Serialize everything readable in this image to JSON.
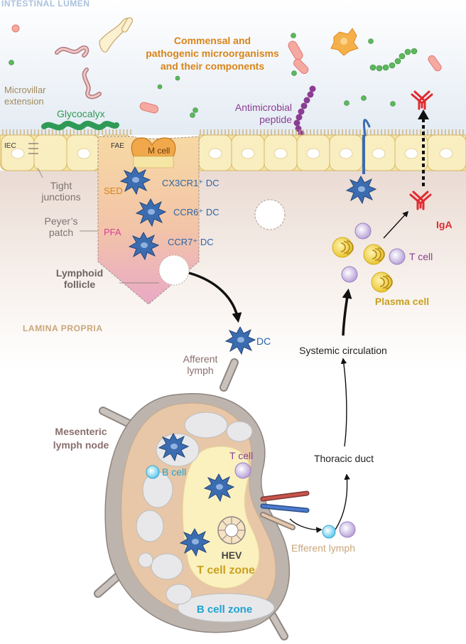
{
  "labels": {
    "intestinal_lumen": "INTESTINAL LUMEN",
    "microorganisms_1": "Commensal and",
    "microorganisms_2": "pathogenic microorganisms",
    "microorganisms_3": "and their components",
    "microvillar_1": "Microvillar",
    "microvillar_2": "extension",
    "glycocalyx": "Glycocalyx",
    "antimicrobial_1": "Antimicrobial",
    "antimicrobial_2": "peptide",
    "iec": "IEC",
    "fae": "FAE",
    "m_cell": "M cell",
    "tight_1": "Tight",
    "tight_2": "junctions",
    "sed": "SED",
    "peyers_1": "Peyer’s",
    "peyers_2": "patch",
    "pfa": "PFA",
    "cx3cr1_dc": "CX3CR1⁺ DC",
    "ccr6_dc": "CCR6⁺ DC",
    "ccr7_dc": "CCR7⁺ DC",
    "lymphoid_1": "Lymphoid",
    "lymphoid_2": "follicle",
    "lamina_propria": "LAMINA PROPRIA",
    "dc": "DC",
    "afferent_1": "Afferent",
    "afferent_2": "lymph",
    "systemic": "Systemic circulation",
    "thoracic": "Thoracic duct",
    "efferent": "Efferent lymph",
    "t_cell_right": "T cell",
    "plasma_cell": "Plasma cell",
    "iga": "IgA",
    "mesenteric_1": "Mesenteric",
    "mesenteric_2": "lymph node",
    "b_cell": "B cell",
    "t_cell_node": "T cell",
    "hev": "HEV",
    "t_cell_zone": "T cell zone",
    "b_cell_zone": "B cell zone"
  },
  "colors": {
    "lumen": "#e9eef5",
    "epithelium": "#f6e6a6",
    "dc": "#3c6cb0",
    "plasma": "#f0d24a",
    "tcell": "#c8b6e0",
    "iga": "#e02b30",
    "orange_text": "#d98418",
    "blue_text": "#2a64a8",
    "purple": "#8a3d92",
    "pink_text": "#d6419a",
    "gray_text": "#7d7470",
    "tan_text": "#c9a679"
  },
  "icons": [
    "bacterium-rod-icon",
    "worm-icon",
    "fungus-icon",
    "virus-icon",
    "dendritic-cell-icon",
    "plasma-cell-icon",
    "t-cell-icon",
    "b-cell-icon",
    "antibody-icon",
    "blood-vessel-icon"
  ]
}
